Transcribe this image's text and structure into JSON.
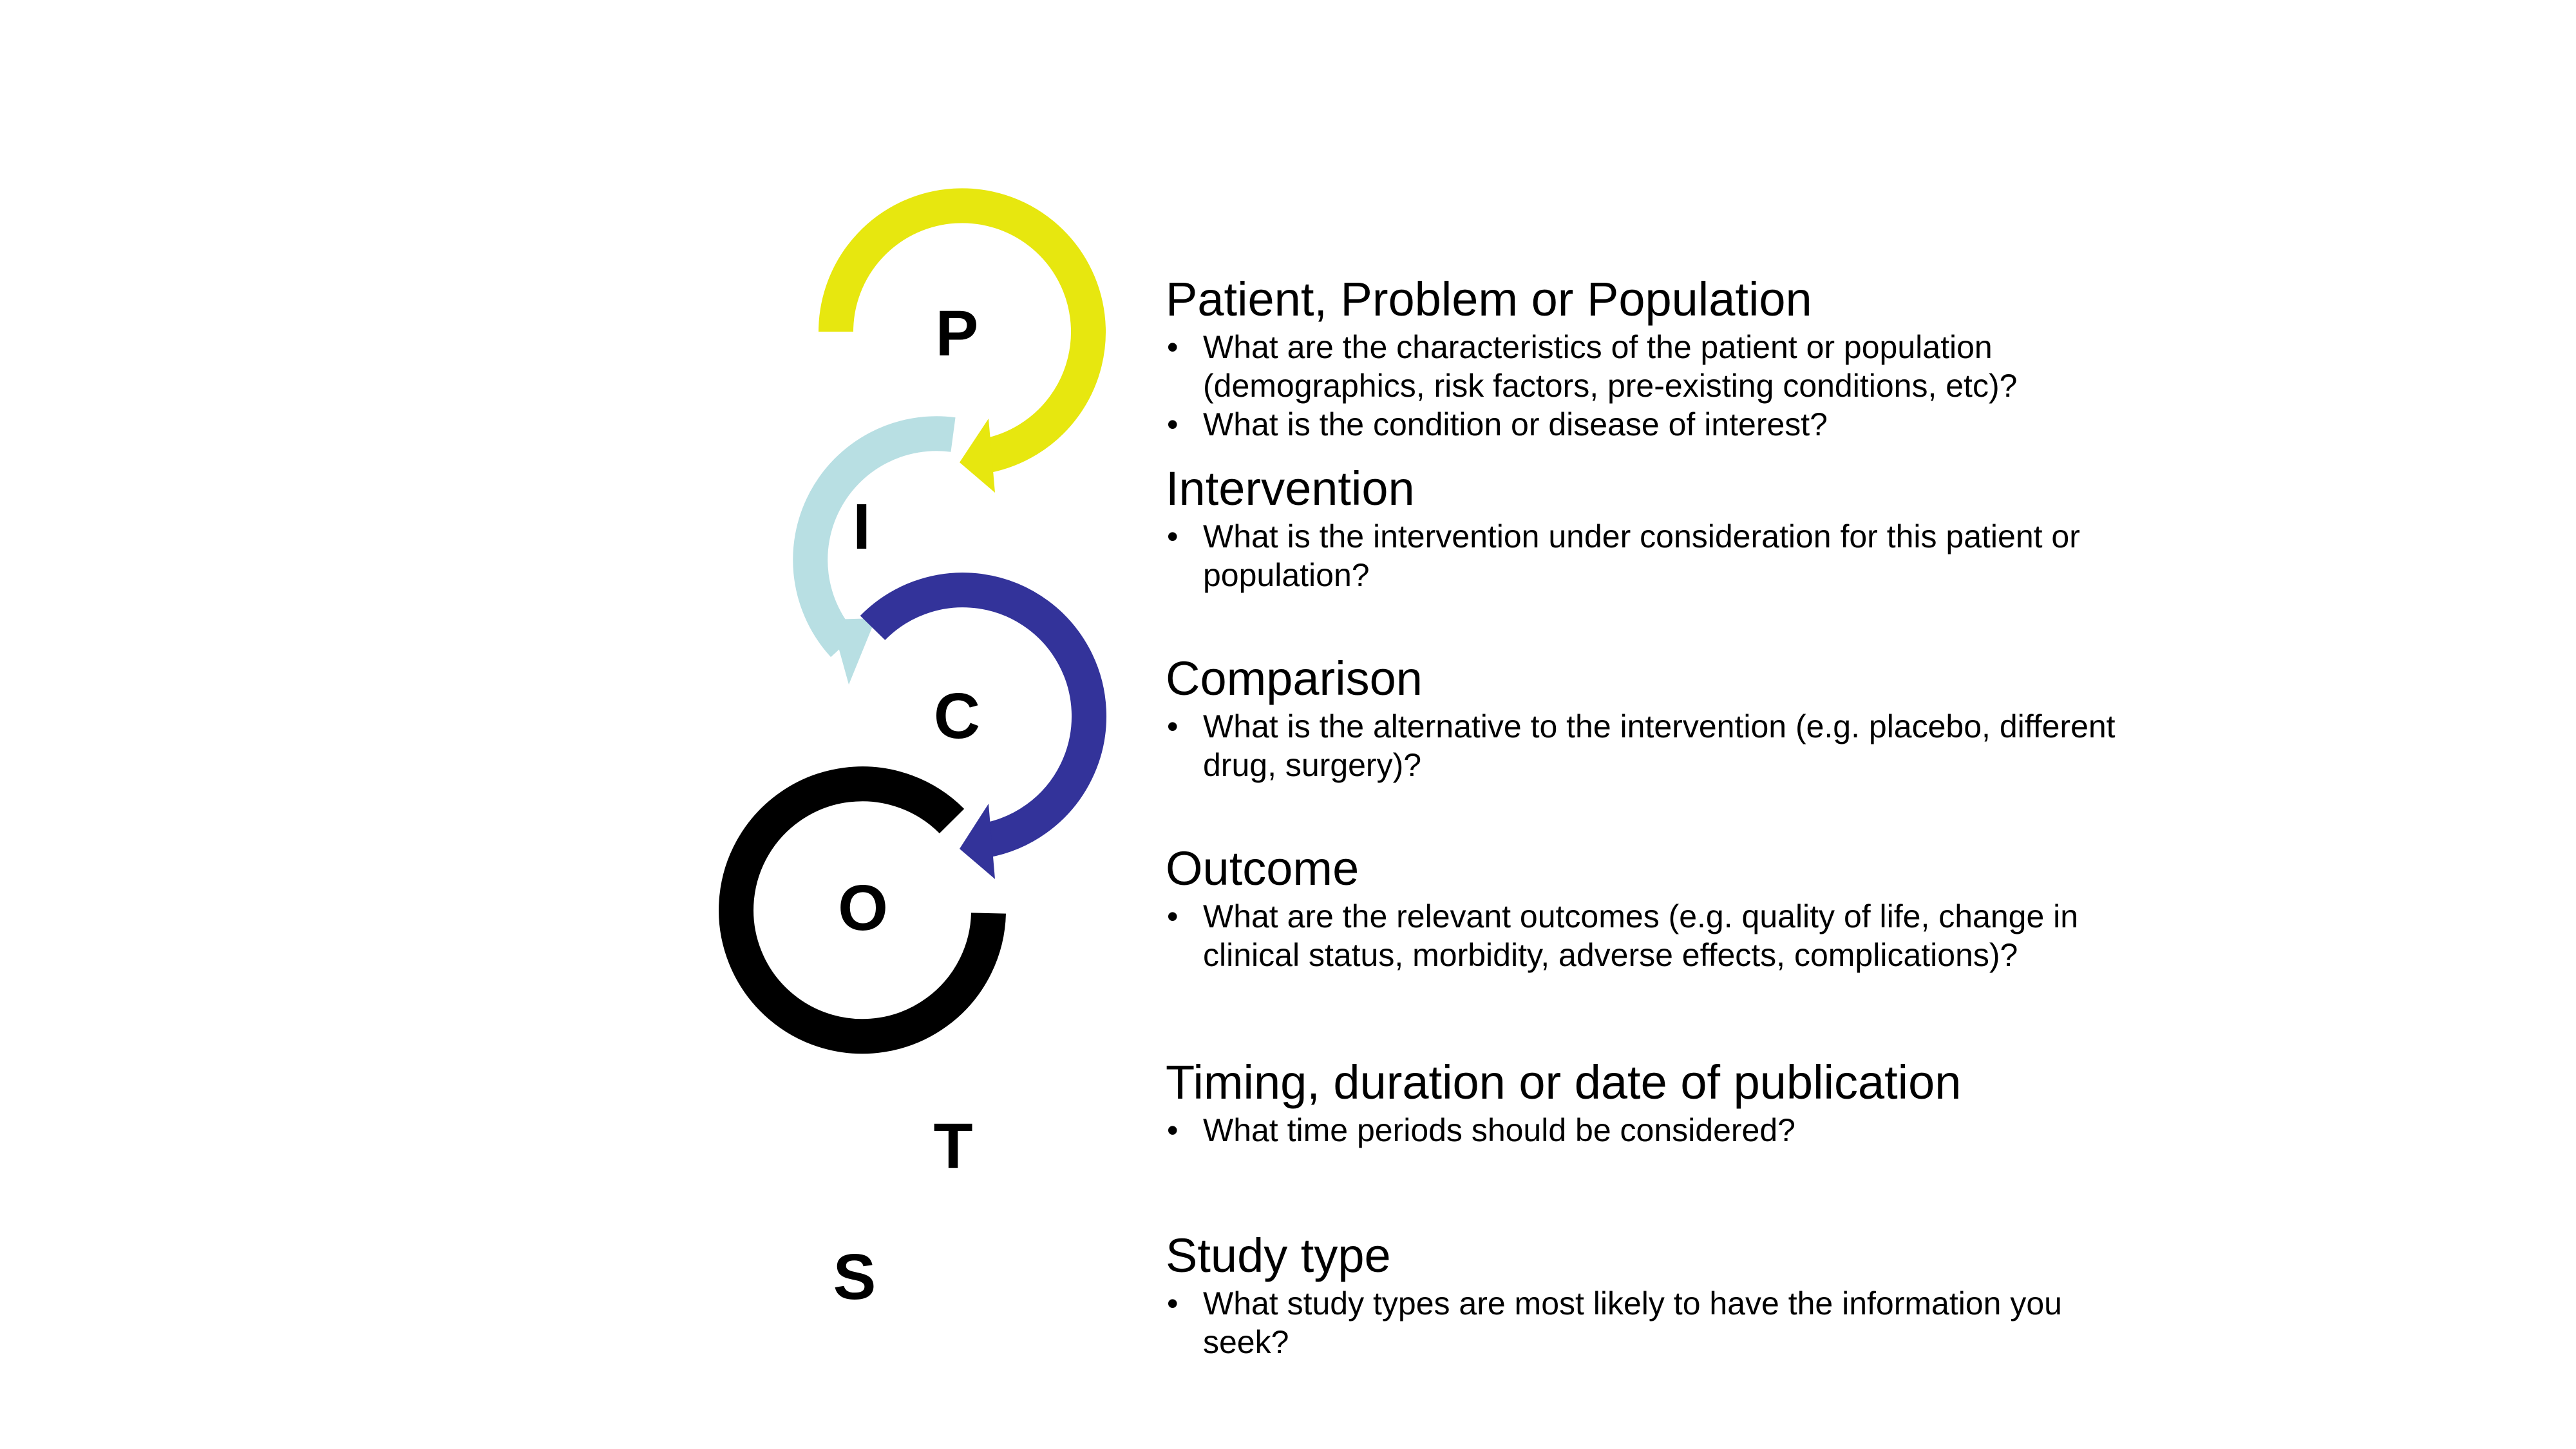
{
  "colors": {
    "p_arrow": "#e7e70f",
    "i_arrow": "#b8dfe3",
    "c_arrow": "#33339a",
    "o_arrow": "#000000"
  },
  "letters": {
    "p": "P",
    "i": "I",
    "c": "C",
    "o": "O",
    "t": "T",
    "s": "S"
  },
  "sections": [
    {
      "title": "Patient, Problem or Population",
      "bullets": [
        "What are the characteristics of the patient or population (demographics, risk factors, pre-existing conditions, etc)?",
        "What is the condition or disease of interest?"
      ]
    },
    {
      "title": "Intervention",
      "bullets": [
        "What is the intervention under consideration for this patient or population?"
      ]
    },
    {
      "title": "Comparison",
      "bullets": [
        "What is the alternative to the intervention (e.g. placebo, different drug, surgery)?"
      ]
    },
    {
      "title": "Outcome",
      "bullets": [
        "What are the relevant outcomes (e.g. quality of life, change in clinical status, morbidity, adverse effects, complications)?"
      ]
    },
    {
      "title": "Timing, duration or date of publication",
      "bullets": [
        "What time periods should be considered?"
      ]
    },
    {
      "title": "Study type",
      "bullets": [
        "What study types are most likely to have the information you seek?"
      ]
    }
  ]
}
